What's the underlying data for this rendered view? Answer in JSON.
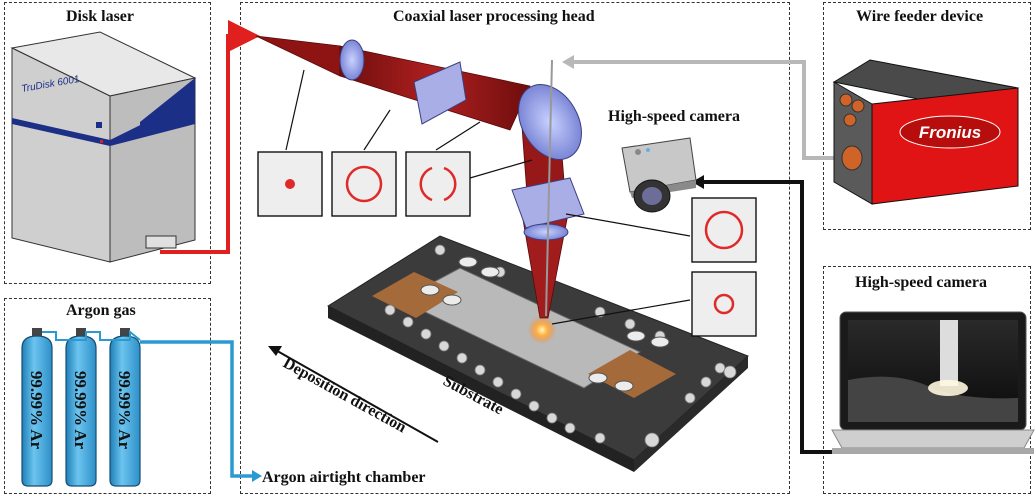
{
  "panels": {
    "disk_laser": {
      "title": "Disk laser",
      "model_label": "TruDisk 6001"
    },
    "argon_gas": {
      "title": "Argon gas",
      "cylinder_label": "99.99% Ar",
      "cylinder_count": 3
    },
    "processing_head": {
      "title": "Coaxial laser processing head"
    },
    "wire_feeder": {
      "title": "Wire feeder device",
      "brand_label": "Fronius"
    },
    "camera_display": {
      "title": "High-speed camera"
    }
  },
  "labels": {
    "high_speed_camera": "High-speed camera",
    "deposition_direction": "Deposition direction",
    "substrate": "Substrate",
    "argon_chamber": "Argon airtight chamber"
  },
  "colors": {
    "laser_line": "#e0201f",
    "gas_line": "#2b9ad0",
    "wire_line": "#b8b8b8",
    "camera_line": "#111111",
    "beam": "#8e1414",
    "cylinder": "#4aaee0",
    "disk_laser_accent": "#1c2f86",
    "fronius_red": "#e01414",
    "beam_profile_ring": "#e02a2a"
  }
}
